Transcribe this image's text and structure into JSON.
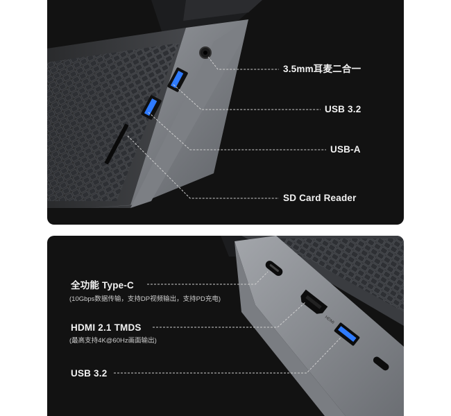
{
  "top_panel": {
    "labels": [
      {
        "text": "3.5mm耳麦二合一"
      },
      {
        "text": "USB 3.2"
      },
      {
        "text": "USB-A"
      },
      {
        "text": "SD Card Reader"
      }
    ]
  },
  "bottom_panel": {
    "labels": [
      {
        "text": "全功能 Type-C",
        "sub": "(10Gbps数据传输，支持DP视频输出，支持PD充电)"
      },
      {
        "text": "HDMI 2.1 TMDS",
        "sub": "(最高支持4K@60Hz画面输出)"
      },
      {
        "text": "USB 3.2"
      }
    ],
    "port_markings": {
      "hdmi": "HDMI"
    }
  },
  "colors": {
    "panel_bg": "#121212",
    "chassis": "#8a8d92",
    "usb_blue": "#2f7bff",
    "text": "#f2f2f2"
  }
}
